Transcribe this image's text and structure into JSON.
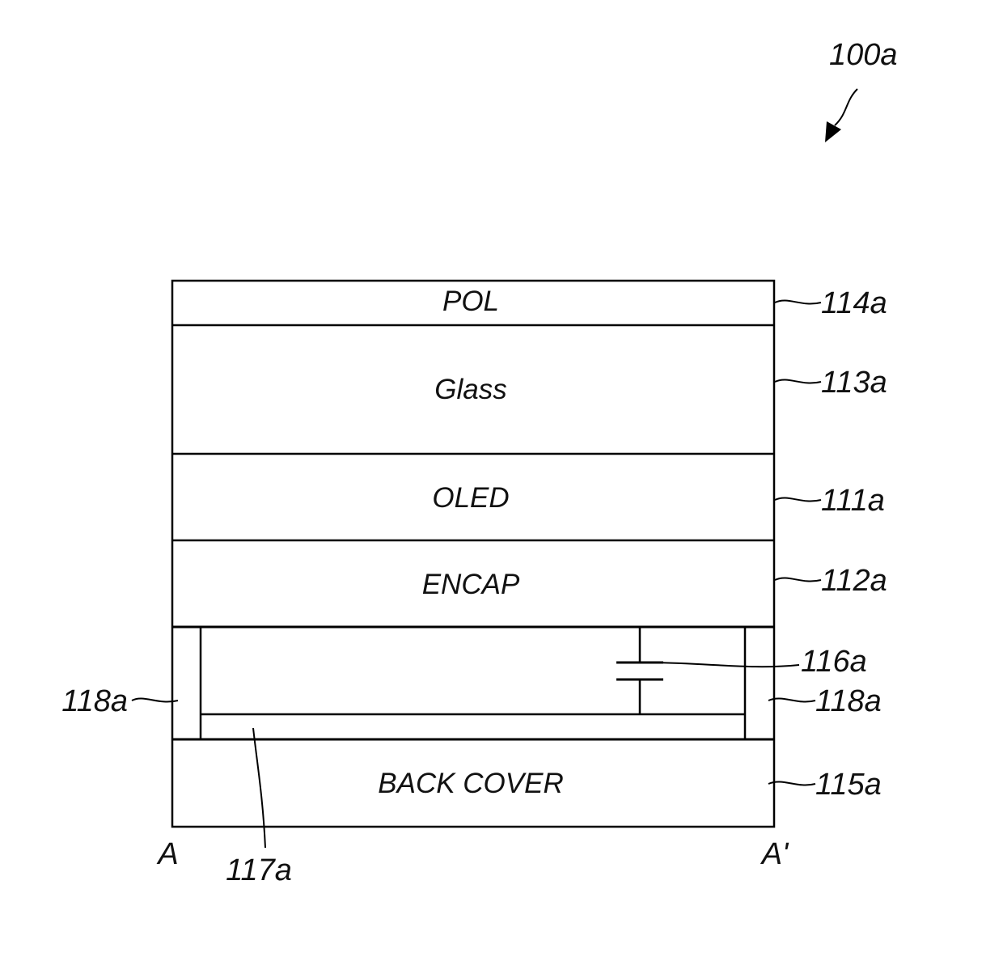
{
  "figure_ref": "100a",
  "layers": {
    "pol": {
      "name": "POL",
      "ref": "114a"
    },
    "glass": {
      "name": "Glass",
      "ref": "113a"
    },
    "oled": {
      "name": "OLED",
      "ref": "111a"
    },
    "encap": {
      "name": "ENCAP",
      "ref": "112a"
    },
    "back_cover": {
      "name": "BACK COVER",
      "ref": "115a"
    }
  },
  "components": {
    "capacitor": "116a",
    "sidewall_left": "118a",
    "sidewall_right": "118a",
    "bottom_plate": "117a"
  },
  "section": {
    "start": "A",
    "end": "A'"
  }
}
